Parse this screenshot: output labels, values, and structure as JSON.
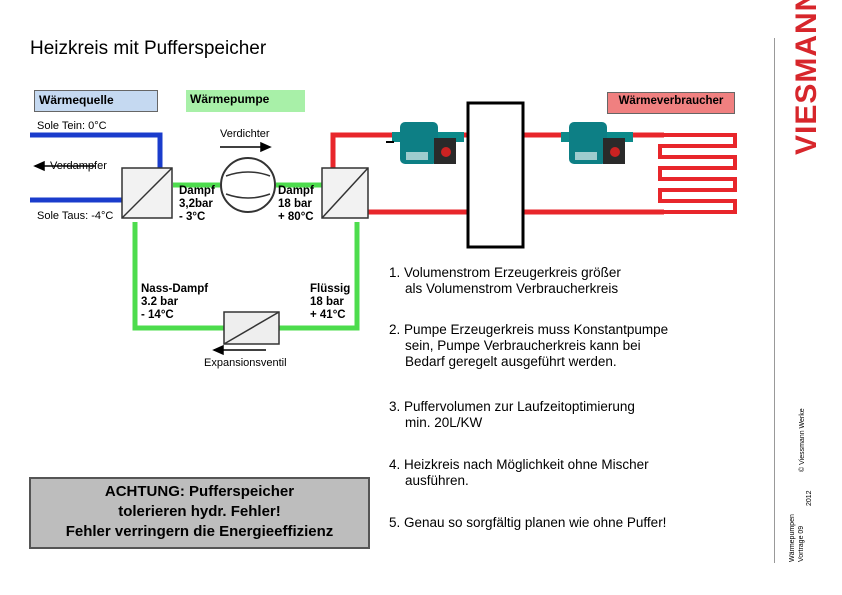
{
  "slide": {
    "title": "Heizkreis mit Pufferspeicher"
  },
  "diagram": {
    "waermequelle": "Wärmequelle",
    "waermepumpe": "Wärmepumpe",
    "waermeverbraucher": "Wärmeverbraucher",
    "sole_tein": "Sole Tein: 0°C",
    "verdampfer": "Verdampfer",
    "sole_taus": "Sole Taus: -4°C",
    "verdichter": "Verdichter",
    "dampf_left": [
      "Dampf",
      "3,2bar",
      "- 3°C"
    ],
    "dampf_right": [
      "Dampf",
      "18 bar",
      "+ 80°C"
    ],
    "nass_dampf": [
      "Nass-Dampf",
      "3.2 bar",
      "- 14°C"
    ],
    "fluessig": [
      "Flüssig",
      "18 bar",
      "+ 41°C"
    ],
    "expansionsventil": "Expansionsventil",
    "colors": {
      "cold_pipe": "#1a3ccc",
      "hot_pipe": "#e8262b",
      "refrigerant_pipe": "#4ddc4d",
      "waermequelle_box": "#c5d9f1",
      "waermepumpe_box": "#a8f0a8",
      "waermeverbraucher_box": "#f08080"
    }
  },
  "notes": [
    [
      "1. Volumenstrom Erzeugerkreis größer",
      "als Volumenstrom Verbraucherkreis"
    ],
    [
      "2. Pumpe Erzeugerkreis muss Konstantpumpe",
      "sein, Pumpe Verbraucherkreis kann bei",
      "Bedarf geregelt ausgeführt werden."
    ],
    [
      "3. Puffervolumen zur Laufzeitoptimierung",
      "min. 20L/KW"
    ],
    [
      "4. Heizkreis nach Möglichkeit ohne Mischer",
      "ausführen."
    ],
    [
      "5. Genau so sorgfältig planen wie ohne Puffer!"
    ]
  ],
  "warning": [
    "ACHTUNG: Pufferspeicher",
    "tolerieren hydr. Fehler!",
    "Fehler verringern die Energieeffizienz"
  ],
  "sidebar": {
    "brand": "VIESMANN",
    "brand_color": "#d7262b",
    "copyright": "© Viessmann Werke",
    "footer_line1": "Wärmepumpen",
    "footer_line2": "Vortrage 09",
    "year": "2012"
  }
}
